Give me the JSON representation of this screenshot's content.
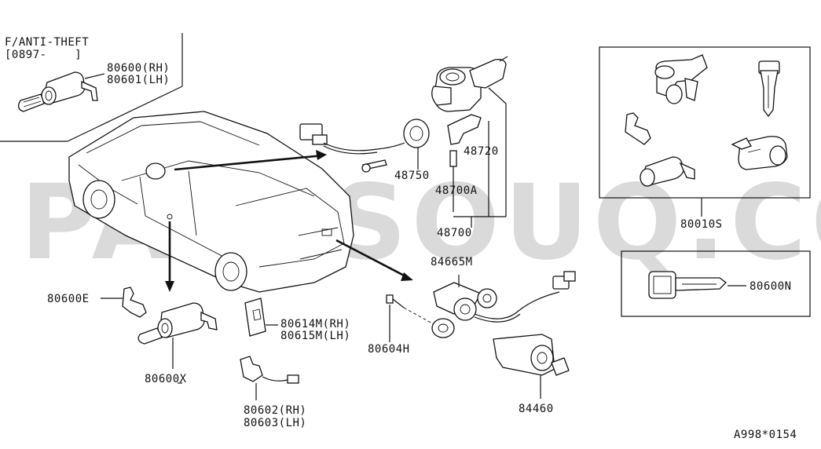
{
  "watermark": "PARTSOUQ.COM",
  "notes": {
    "anti_theft_line1": "F/ANTI-THEFT",
    "anti_theft_line2": "[0897-    ]"
  },
  "labels": {
    "p80600_rh": "80600(RH)",
    "p80601_lh": "80601(LH)",
    "p48750": "48750",
    "p48720": "48720",
    "p48700A": "48700A",
    "p48700": "48700",
    "p80010S": "80010S",
    "p84665M": "84665M",
    "p80600E": "80600E",
    "p80614M": "80614M(RH)",
    "p80615M": "80615M(LH)",
    "p80604H": "80604H",
    "p80600X": "80600X",
    "p80602": "80602(RH)",
    "p80603": "80603(LH)",
    "p84460": "84460",
    "p80600N": "80600N"
  },
  "footer": {
    "code": "A998*0154"
  }
}
